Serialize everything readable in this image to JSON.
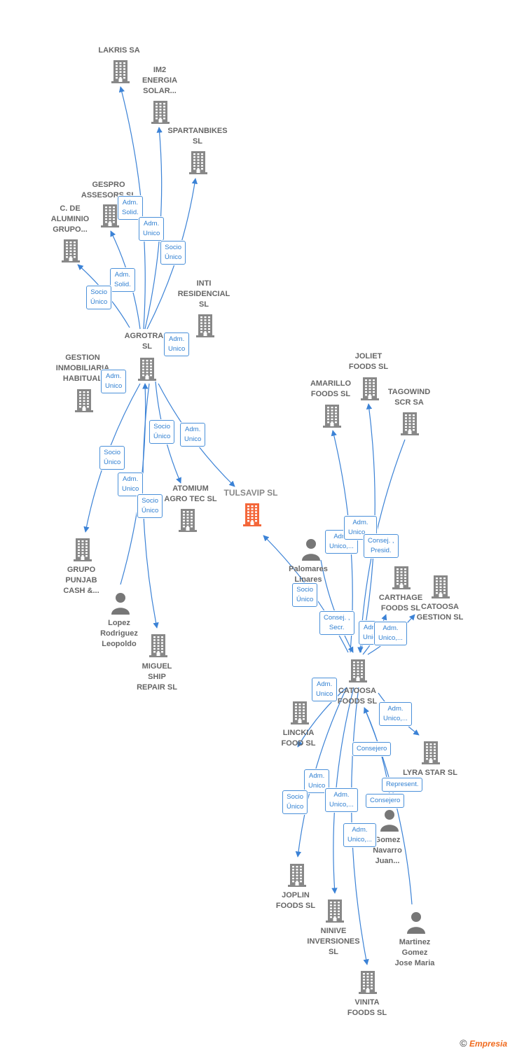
{
  "colors": {
    "edge": "#3b82d6",
    "building": "#888888",
    "building_main": "#f4673a",
    "person": "#777777",
    "label": "#666666"
  },
  "nodes": [
    {
      "id": "lakris",
      "type": "company",
      "lines": [
        "LAKRIS SA"
      ]
    },
    {
      "id": "im2",
      "type": "company",
      "lines": [
        "IM2",
        "ENERGIA",
        "SOLAR..."
      ]
    },
    {
      "id": "spartanbikes",
      "type": "company",
      "lines": [
        "SPARTANBIKES",
        "SL"
      ]
    },
    {
      "id": "gespro",
      "type": "company",
      "lines": [
        "GESPRO",
        "ASSESORS  SL"
      ]
    },
    {
      "id": "cdealuminio",
      "type": "company",
      "lines": [
        "C.  DE",
        "ALUMINIO",
        "GRUPO..."
      ]
    },
    {
      "id": "inti",
      "type": "company",
      "lines": [
        "INTI",
        "RESIDENCIAL",
        "SL"
      ]
    },
    {
      "id": "agrotram",
      "type": "company",
      "lines": [
        "AGROTRAM",
        "SL"
      ]
    },
    {
      "id": "gestion",
      "type": "company",
      "lines": [
        "GESTION",
        "INMOBILIARIA",
        "HABITUAL"
      ]
    },
    {
      "id": "atomium",
      "type": "company",
      "lines": [
        "ATOMIUM",
        "AGRO TEC  SL"
      ]
    },
    {
      "id": "tulsavip",
      "type": "main",
      "lines": [
        "TULSAVIP  SL"
      ]
    },
    {
      "id": "grupopunjab",
      "type": "company",
      "lines": [
        "GRUPO",
        "PUNJAB",
        "CASH &..."
      ]
    },
    {
      "id": "lopez",
      "type": "person",
      "lines": [
        "Lopez",
        "Rodriguez",
        "Leopoldo"
      ]
    },
    {
      "id": "miguel",
      "type": "company",
      "lines": [
        "MIGUEL",
        "SHIP",
        "REPAIR  SL"
      ]
    },
    {
      "id": "joliet",
      "type": "company",
      "lines": [
        "JOLIET",
        "FOODS  SL"
      ]
    },
    {
      "id": "amarillo",
      "type": "company",
      "lines": [
        "AMARILLO",
        "FOODS  SL"
      ]
    },
    {
      "id": "tagowind",
      "type": "company",
      "lines": [
        "TAGOWIND",
        "SCR SA"
      ]
    },
    {
      "id": "palomares",
      "type": "person",
      "lines": [
        "Palomares",
        "Linares",
        "V..."
      ]
    },
    {
      "id": "carthage",
      "type": "company",
      "lines": [
        "CARTHAGE",
        "FOODS  SL"
      ]
    },
    {
      "id": "catoosagestion",
      "type": "company",
      "lines": [
        "CATOOSA",
        "GESTION  SL"
      ]
    },
    {
      "id": "catoosafoods",
      "type": "company",
      "lines": [
        "CATOOSA",
        "FOODS  SL"
      ]
    },
    {
      "id": "linckia",
      "type": "company",
      "lines": [
        "LINCKIA",
        "FOOD  SL"
      ]
    },
    {
      "id": "lyrastar",
      "type": "company",
      "lines": [
        "LYRA STAR  SL"
      ]
    },
    {
      "id": "gomez",
      "type": "person",
      "lines": [
        "Gomez",
        "Navarro",
        "Juan..."
      ]
    },
    {
      "id": "joplin",
      "type": "company",
      "lines": [
        "JOPLIN",
        "FOODS  SL"
      ]
    },
    {
      "id": "ninive",
      "type": "company",
      "lines": [
        "NINIVE",
        "INVERSIONES",
        "SL"
      ]
    },
    {
      "id": "martinez",
      "type": "person",
      "lines": [
        "Martinez",
        "Gomez",
        "Jose Maria"
      ]
    },
    {
      "id": "vinita",
      "type": "company",
      "lines": [
        "VINITA",
        "FOODS  SL"
      ]
    }
  ],
  "relations": [
    {
      "id": "r1",
      "lines": [
        "Adm.",
        "Solid."
      ]
    },
    {
      "id": "r2",
      "lines": [
        "Adm.",
        "Unico"
      ]
    },
    {
      "id": "r3",
      "lines": [
        "Socio",
        "Único"
      ]
    },
    {
      "id": "r4",
      "lines": [
        "Adm.",
        "Solid."
      ]
    },
    {
      "id": "r5",
      "lines": [
        "Socio",
        "Único"
      ]
    },
    {
      "id": "r6",
      "lines": [
        "Adm.",
        "Unico"
      ]
    },
    {
      "id": "r7",
      "lines": [
        "Adm.",
        "Unico"
      ]
    },
    {
      "id": "r8",
      "lines": [
        "Socio",
        "Único"
      ]
    },
    {
      "id": "r9",
      "lines": [
        "Adm.",
        "Unico"
      ]
    },
    {
      "id": "r10",
      "lines": [
        "Socio",
        "Único"
      ]
    },
    {
      "id": "r11",
      "lines": [
        "Adm.",
        "Unico"
      ]
    },
    {
      "id": "r12",
      "lines": [
        "Socio",
        "Único"
      ]
    },
    {
      "id": "r13",
      "lines": [
        "Adm.",
        "Unico,..."
      ]
    },
    {
      "id": "r14",
      "lines": [
        "Adm.",
        "Unico,..."
      ]
    },
    {
      "id": "r15",
      "lines": [
        "Consej. ,",
        "Presid."
      ]
    },
    {
      "id": "r16",
      "lines": [
        "Socio",
        "Único"
      ]
    },
    {
      "id": "r17",
      "lines": [
        "Consej. ,",
        "Secr."
      ]
    },
    {
      "id": "r18",
      "lines": [
        "Adm.",
        "Unico"
      ]
    },
    {
      "id": "r19",
      "lines": [
        "Adm.",
        "Unico,..."
      ]
    },
    {
      "id": "r20",
      "lines": [
        "Adm.",
        "Unico"
      ]
    },
    {
      "id": "r21",
      "lines": [
        "Adm.",
        "Unico,..."
      ]
    },
    {
      "id": "r22",
      "lines": [
        "Consejero"
      ]
    },
    {
      "id": "r23",
      "lines": [
        "Adm.",
        "Unico"
      ]
    },
    {
      "id": "r24",
      "lines": [
        "Represent."
      ]
    },
    {
      "id": "r25",
      "lines": [
        "Socio",
        "Único"
      ]
    },
    {
      "id": "r26",
      "lines": [
        "Adm.",
        "Unico,..."
      ]
    },
    {
      "id": "r27",
      "lines": [
        "Consejero"
      ]
    },
    {
      "id": "r28",
      "lines": [
        "Adm.",
        "Unico,..."
      ]
    }
  ],
  "edges": [
    {
      "from": "agrotram",
      "to": "lakris"
    },
    {
      "from": "agrotram",
      "to": "im2"
    },
    {
      "from": "agrotram",
      "to": "spartanbikes"
    },
    {
      "from": "agrotram",
      "to": "gespro"
    },
    {
      "from": "agrotram",
      "to": "cdealuminio"
    },
    {
      "from": "agrotram",
      "to": "tulsavip"
    },
    {
      "from": "agrotram",
      "to": "atomium"
    },
    {
      "from": "agrotram",
      "to": "grupopunjab"
    },
    {
      "from": "agrotram",
      "to": "miguel"
    },
    {
      "from": "lopez",
      "to": "agrotram"
    },
    {
      "from": "catoosafoods",
      "to": "tulsavip"
    },
    {
      "from": "catoosafoods",
      "to": "amarillo"
    },
    {
      "from": "catoosafoods",
      "to": "joliet"
    },
    {
      "from": "tagowind",
      "to": "catoosafoods"
    },
    {
      "from": "palomares",
      "to": "catoosafoods"
    },
    {
      "from": "catoosafoods",
      "to": "carthage"
    },
    {
      "from": "catoosafoods",
      "to": "catoosagestion"
    },
    {
      "from": "catoosafoods",
      "to": "lyrastar"
    },
    {
      "from": "catoosafoods",
      "to": "linckia"
    },
    {
      "from": "catoosafoods",
      "to": "joplin"
    },
    {
      "from": "catoosafoods",
      "to": "ninive"
    },
    {
      "from": "catoosafoods",
      "to": "vinita"
    },
    {
      "from": "gomez",
      "to": "catoosafoods"
    },
    {
      "from": "martinez",
      "to": "catoosafoods"
    }
  ],
  "footer": {
    "copyright": "©",
    "brand": "Empresia"
  }
}
